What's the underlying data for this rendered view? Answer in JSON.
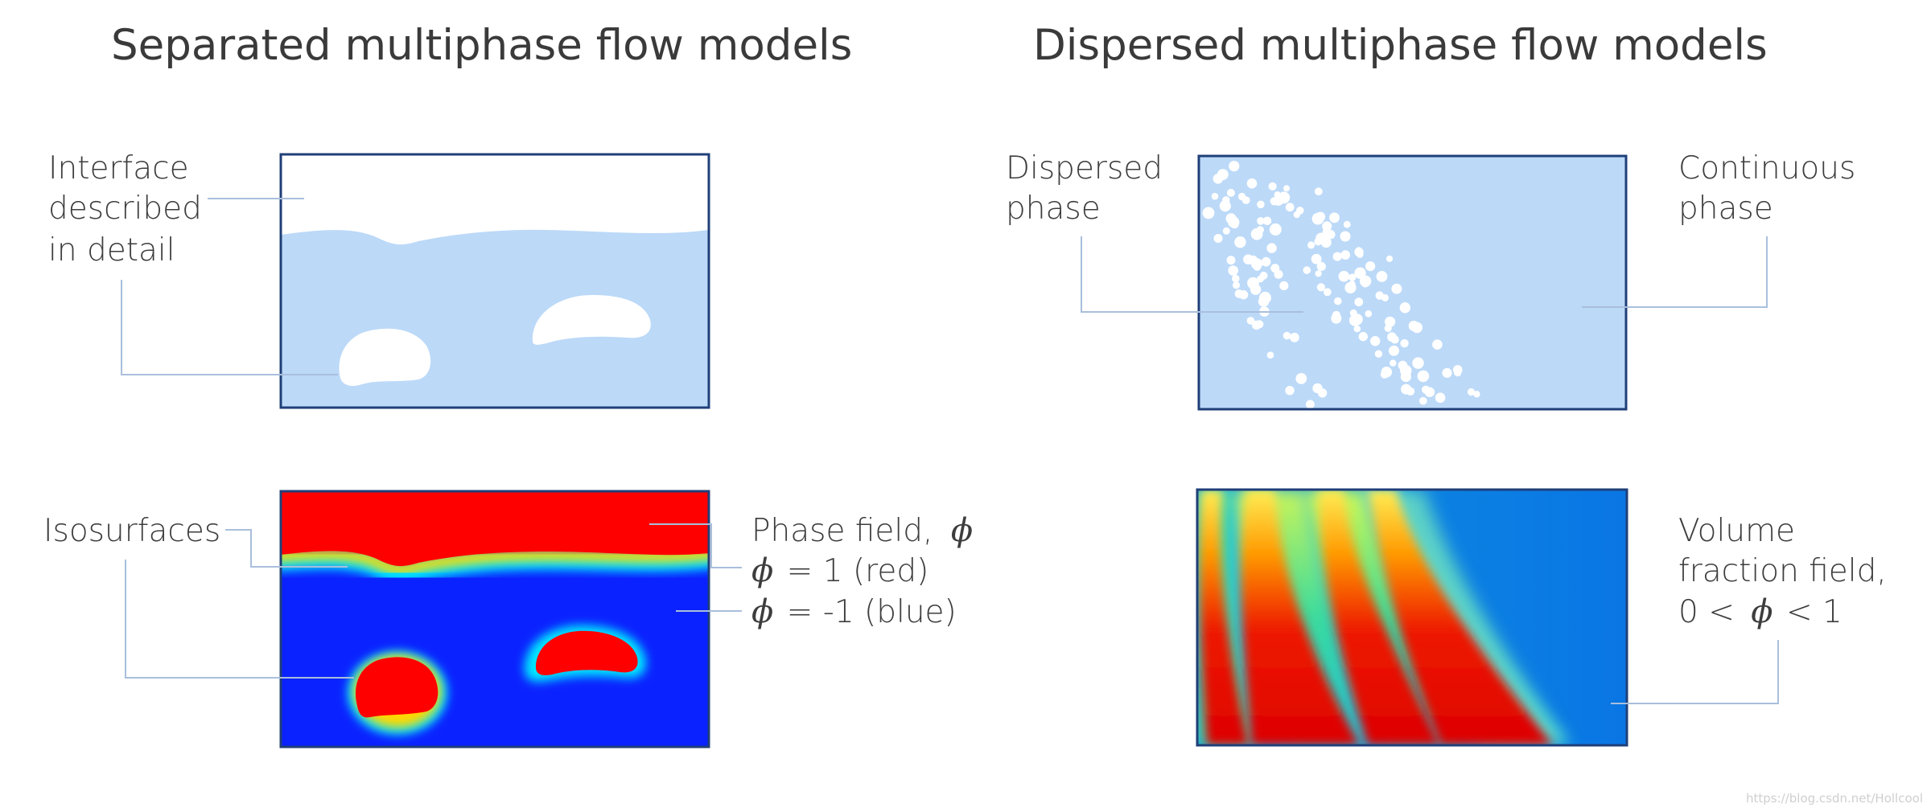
{
  "titles": {
    "separated": "Separated multiphase flow models",
    "dispersed": "Dispersed multiphase flow models"
  },
  "labels": {
    "interface": [
      "Interface",
      "described",
      "in detail"
    ],
    "isosurfaces": "Isosurfaces",
    "phase_field": "Phase field,",
    "phi_symbol": "ϕ",
    "phi_red": "= 1 (red)",
    "phi_blue": "= -1 (blue)",
    "dispersed_phase": [
      "Dispersed",
      "phase"
    ],
    "continuous_phase": [
      "Continuous",
      "phase"
    ],
    "volume_fraction": [
      "Volume",
      "fraction field,"
    ],
    "vf_prefix": "0 <",
    "vf_suffix": "< 1"
  },
  "watermark": "https://blog.csdn.net/Hollcool",
  "colors": {
    "liquid": "#bcd9f8",
    "phase_red": "#ff0000",
    "phase_blue": "#0a22ff",
    "frame": "#1f3f78",
    "leader": "#a9bfdc",
    "vf_background": "#0a7ae6"
  }
}
